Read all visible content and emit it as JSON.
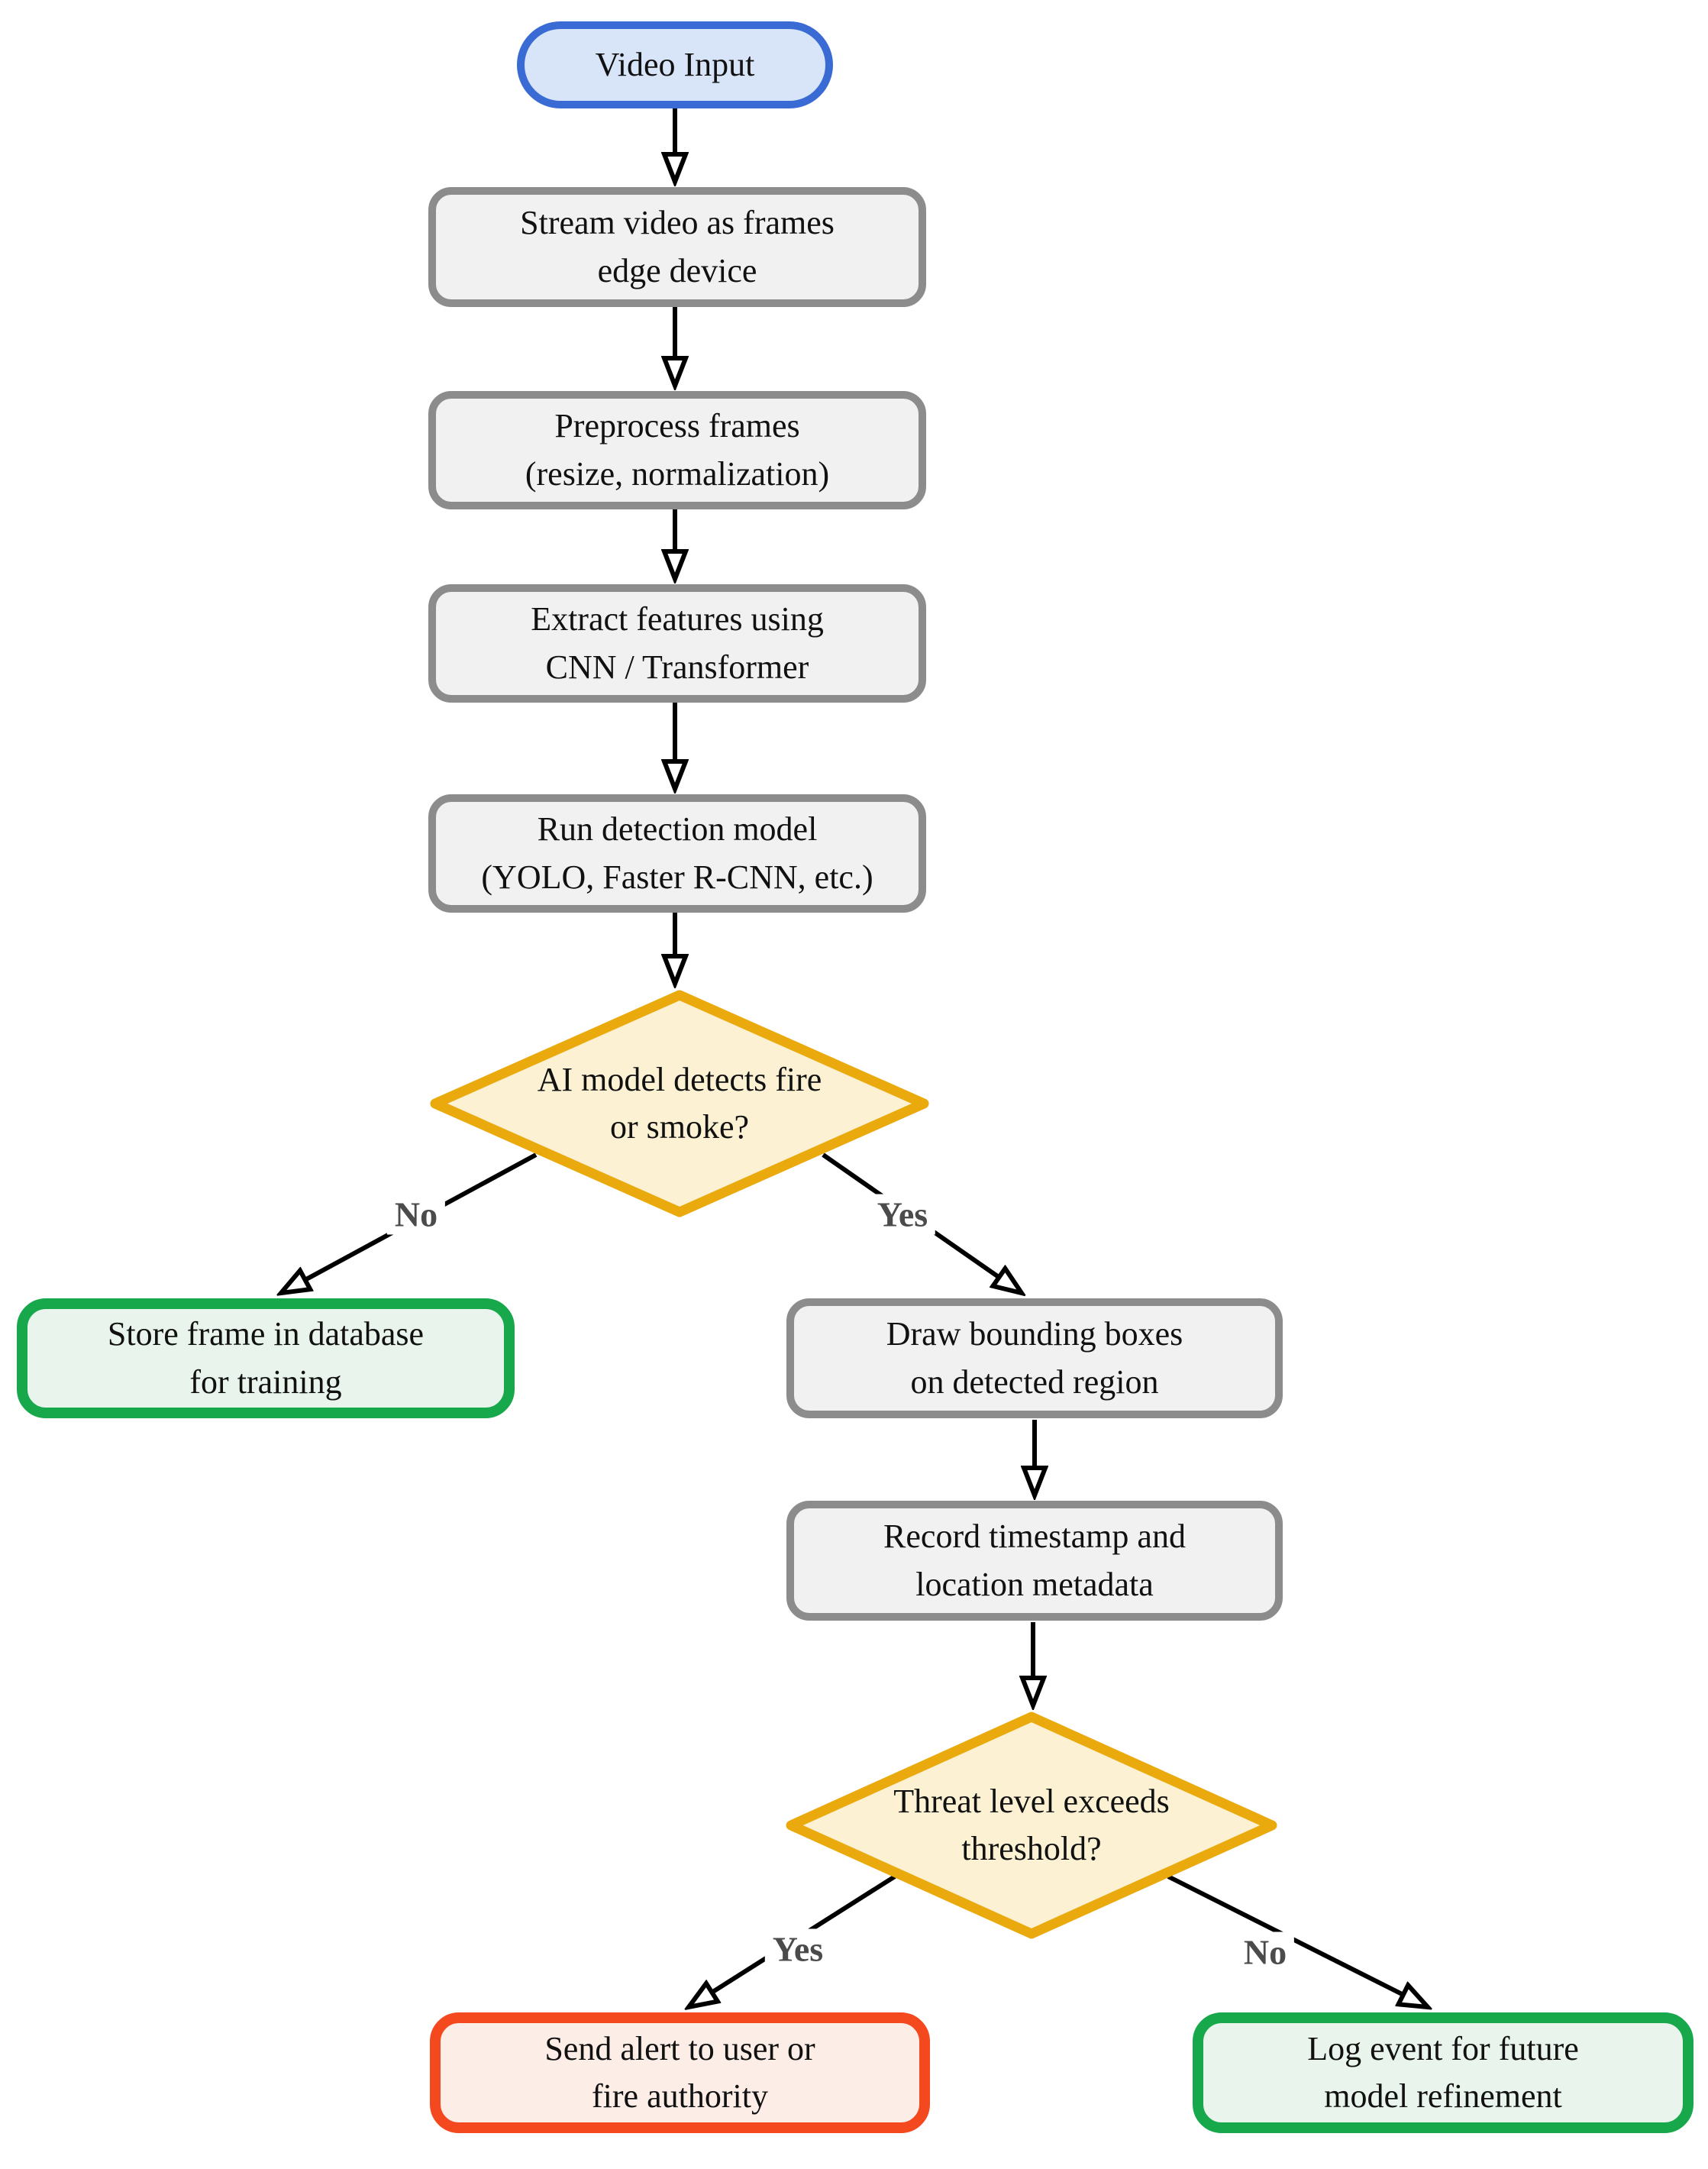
{
  "colors": {
    "background": "#ffffff",
    "edge": "#000000",
    "edge_label": "#4b4b4b",
    "start_border": "#3a6bd5",
    "start_fill": "#d8e4f8",
    "process_border": "#8c8c8c",
    "process_fill": "#f1f1f1",
    "decision_border": "#eaaa0d",
    "decision_fill": "#fcf1d3",
    "store_border": "#18a84c",
    "store_fill": "#e9f4ec",
    "alert_border": "#f4481e",
    "alert_fill": "#fcede7"
  },
  "nodes": {
    "video_input": {
      "type": "start",
      "lines": [
        "Video Input"
      ]
    },
    "stream_frames": {
      "type": "process",
      "lines": [
        "Stream video as frames",
        "edge device"
      ]
    },
    "preprocess": {
      "type": "process",
      "lines": [
        "Preprocess frames",
        "(resize, normalization)"
      ]
    },
    "extract_features": {
      "type": "process",
      "lines": [
        "Extract features using",
        "CNN / Transformer"
      ]
    },
    "run_detection": {
      "type": "process",
      "lines": [
        "Run detection model",
        "(YOLO, Faster R-CNN, etc.)"
      ]
    },
    "detects_fire": {
      "type": "decision",
      "lines": [
        "AI model detects fire",
        "or smoke?"
      ]
    },
    "store_frame": {
      "type": "terminal-success",
      "lines": [
        "Store frame in database",
        "for training"
      ]
    },
    "draw_boxes": {
      "type": "process",
      "lines": [
        "Draw bounding boxes",
        "on detected region"
      ]
    },
    "record_metadata": {
      "type": "process",
      "lines": [
        "Record timestamp and",
        "location metadata"
      ]
    },
    "threat_level": {
      "type": "decision",
      "lines": [
        "Threat level exceeds",
        "threshold?"
      ]
    },
    "send_alert": {
      "type": "terminal-alert",
      "lines": [
        "Send alert to user or",
        "fire authority"
      ]
    },
    "log_event": {
      "type": "terminal-success",
      "lines": [
        "Log event for future",
        "model refinement"
      ]
    }
  },
  "edge_labels": {
    "detects_no": "No",
    "detects_yes": "Yes",
    "threat_yes": "Yes",
    "threat_no": "No"
  }
}
